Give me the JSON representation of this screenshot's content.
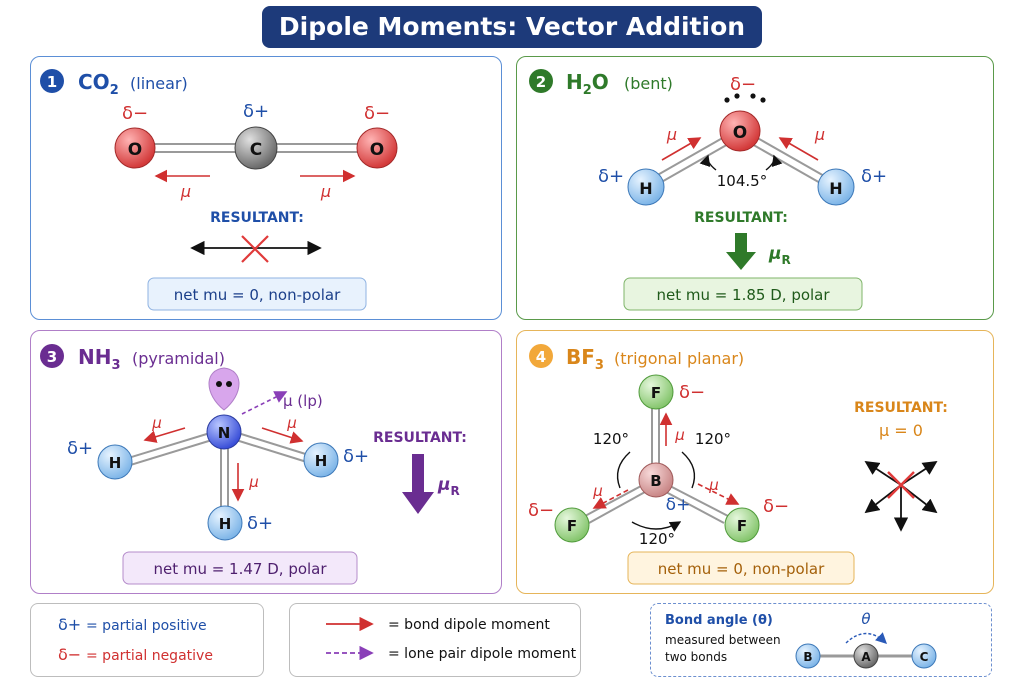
{
  "title": "Dipole Moments: Vector Addition",
  "panels": {
    "co2": {
      "number": "1",
      "formula_main": "CO",
      "formula_sub": "2",
      "shape": "(linear)",
      "atoms": {
        "left": "O",
        "center": "C",
        "right": "O"
      },
      "charges": {
        "left": "δ−",
        "center": "δ+",
        "right": "δ−"
      },
      "mu": "μ",
      "resultant_label": "RESULTANT:",
      "net": "net mu = 0, non-polar"
    },
    "h2o": {
      "number": "2",
      "formula_main": "H",
      "formula_sub": "2",
      "formula_tail": "O",
      "shape": "(bent)",
      "atoms": {
        "center": "O",
        "left": "H",
        "right": "H"
      },
      "charges": {
        "center": "δ−",
        "left": "δ+",
        "right": "δ+"
      },
      "mu": "μ",
      "angle": "104.5°",
      "resultant_label": "RESULTANT:",
      "resultant_main": "μ",
      "resultant_sub": "R",
      "net": "net mu = 1.85 D, polar"
    },
    "nh3": {
      "number": "3",
      "formula_main": "NH",
      "formula_sub": "3",
      "shape": "(pyramidal)",
      "atoms": {
        "center": "N",
        "left": "H",
        "right": "H",
        "bottom": "H"
      },
      "charges": {
        "left": "δ+",
        "right": "δ+",
        "bottom": "δ+"
      },
      "mu": "μ",
      "lp_label": "μ (lp)",
      "resultant_label": "RESULTANT:",
      "resultant_main": "μ",
      "resultant_sub": "R",
      "net": "net mu = 1.47 D, polar"
    },
    "bf3": {
      "number": "4",
      "formula_main": "BF",
      "formula_sub": "3",
      "shape": "(trigonal planar)",
      "atoms": {
        "center": "B",
        "top": "F",
        "left": "F",
        "right": "F"
      },
      "charges": {
        "top": "δ−",
        "left": "δ−",
        "right": "δ−",
        "center": "δ+"
      },
      "mu": "μ",
      "angles": {
        "left": "120°",
        "right": "120°",
        "bottom": "120°"
      },
      "resultant_label": "RESULTANT:",
      "resultant_value": "μ = 0",
      "net": "net mu = 0, non-polar"
    }
  },
  "legend": {
    "charges": {
      "pos_symbol": "δ+",
      "pos_text": "= partial positive",
      "neg_symbol": "δ−",
      "neg_text": "= partial negative"
    },
    "arrows": {
      "bond_text": "= bond dipole moment",
      "lp_text": "= lone pair dipole moment"
    },
    "angle": {
      "title": "Bond angle (θ)",
      "line1": "measured between",
      "line2": "two bonds",
      "theta": "θ",
      "a": "B",
      "b": "A",
      "c": "C"
    }
  },
  "colors": {
    "blue": "#1f4fa8",
    "green": "#2f7a2a",
    "purple": "#6a2d91",
    "orange": "#d9861a",
    "red": "#d03030"
  }
}
